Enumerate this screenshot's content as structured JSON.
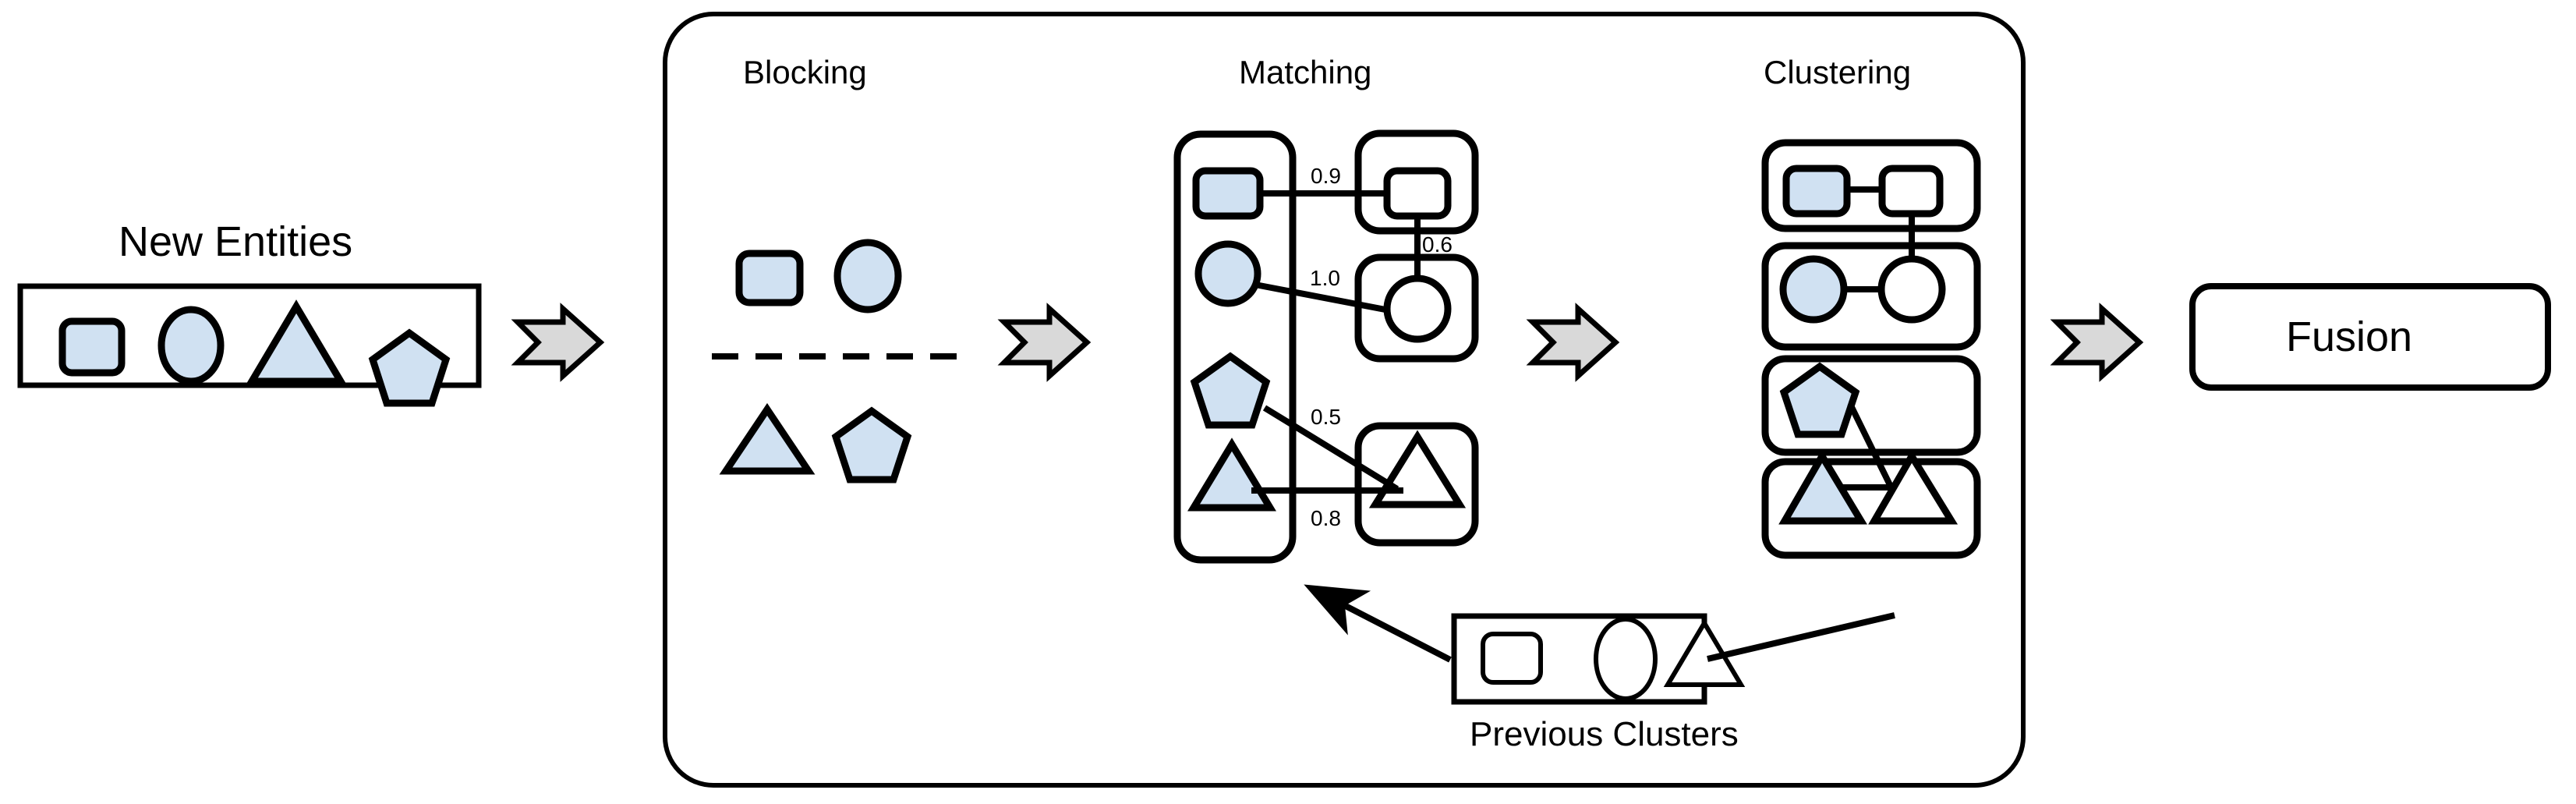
{
  "diagram": {
    "title_new_entities": "New Entities",
    "title_previous_clusters": "Previous Clusters",
    "title_fusion": "Fusion",
    "colors": {
      "shape_fill_blue": "#d0e1f2",
      "shape_stroke": "#000000",
      "arrow_fill": "#d9d9d9",
      "arrow_stroke": "#000000",
      "background": "#ffffff"
    },
    "pipeline_stages": [
      {
        "label": "Blocking"
      },
      {
        "label": "Matching"
      },
      {
        "label": "Clustering"
      }
    ],
    "new_entities": {
      "label": "New Entities",
      "shapes": [
        "rounded-square",
        "circle",
        "triangle",
        "pentagon"
      ]
    },
    "blocking": {
      "label": "Blocking",
      "block_top": [
        "rounded-square",
        "circle"
      ],
      "block_bottom": [
        "triangle",
        "pentagon"
      ],
      "separator": "dashed-line"
    },
    "matching": {
      "label": "Matching",
      "left_group": [
        "rounded-square",
        "circle",
        "pentagon",
        "triangle"
      ],
      "right_groups": [
        "rounded-square",
        "circle",
        "triangle"
      ],
      "edges": [
        {
          "from": "square",
          "to": "square",
          "weight": "0.9"
        },
        {
          "from": "circle",
          "to": "circle",
          "weight": "1.0"
        },
        {
          "from": "square-group",
          "to": "circle-group",
          "weight": "0.6"
        },
        {
          "from": "pentagon",
          "to": "triangle",
          "weight": "0.5"
        },
        {
          "from": "triangle",
          "to": "triangle",
          "weight": "0.8"
        }
      ]
    },
    "clustering": {
      "label": "Clustering",
      "clusters": [
        {
          "members": [
            "rounded-square-blue",
            "rounded-square-white"
          ]
        },
        {
          "members": [
            "circle-blue",
            "circle-white"
          ]
        },
        {
          "members": [
            "pentagon-blue"
          ]
        },
        {
          "members": [
            "triangle-blue",
            "triangle-white"
          ]
        }
      ]
    },
    "previous_clusters": {
      "label": "Previous Clusters",
      "shapes": [
        "rounded-square",
        "ellipse",
        "triangle"
      ]
    },
    "fusion": {
      "label": "Fusion"
    },
    "flow_arrows": [
      {
        "name": "arrow-new-entities-to-blocking"
      },
      {
        "name": "arrow-blocking-to-matching"
      },
      {
        "name": "arrow-matching-to-clustering"
      },
      {
        "name": "arrow-clustering-to-fusion"
      }
    ],
    "feedback_arrows": [
      {
        "name": "arrow-previous-clusters-to-matching"
      },
      {
        "name": "line-clustering-to-previous-clusters"
      }
    ]
  }
}
